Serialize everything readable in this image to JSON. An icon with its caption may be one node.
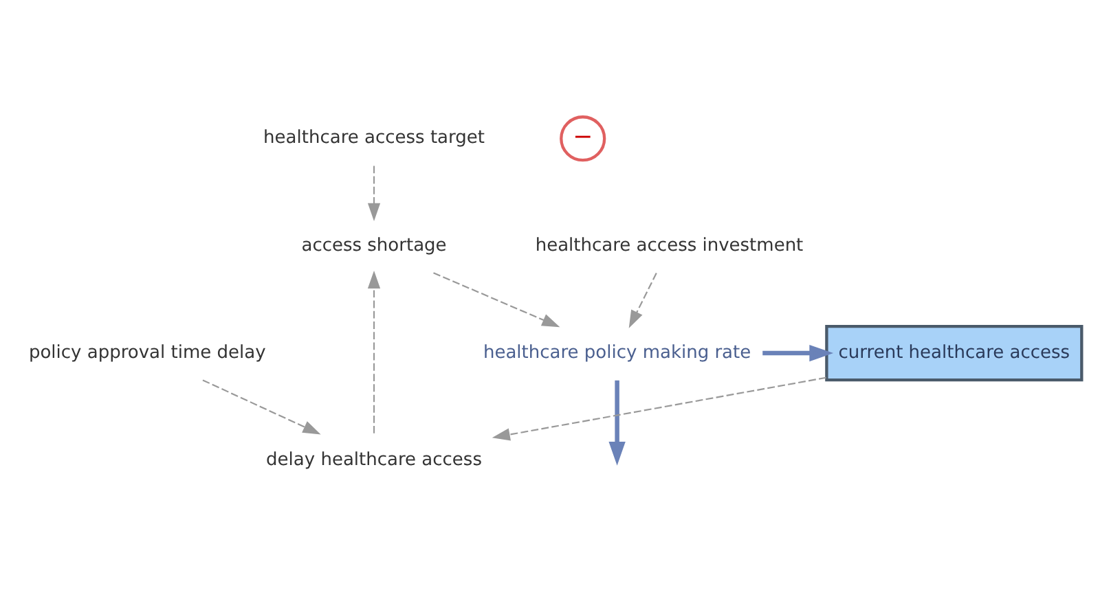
{
  "diagram": {
    "nodes": [
      {
        "text": [
          "healthcare access target"
        ]
      },
      {
        "text": [
          "policy approval time delay"
        ]
      },
      {
        "text": [
          "delay healthcare access"
        ]
      },
      {
        "text": [
          "access shortage"
        ]
      },
      {
        "text": [
          "healthcare policy making rate"
        ]
      },
      {
        "text": [
          "current healthcare access"
        ]
      },
      {
        "text": [
          "healthcare access investment"
        ]
      }
    ],
    "edges": [
      {
        "from": 0,
        "to": 3,
        "arrow": "to",
        "style": "dashed"
      },
      {
        "from": 1,
        "to": 2,
        "arrow": "to",
        "style": "dashed"
      },
      {
        "from": 2,
        "to": 3,
        "arrow": "to",
        "style": "dashed"
      },
      {
        "from": 3,
        "to": 4,
        "arrow": "to",
        "style": "dashed"
      },
      {
        "from": 4,
        "to": null,
        "arrow": "to",
        "style": "thick",
        "color": "#6a82b8"
      },
      {
        "from": 4,
        "to": 5,
        "arrow": "to",
        "style": "thick",
        "color": "#6a82b8"
      },
      {
        "from": 6,
        "to": 4,
        "arrow": "to",
        "style": "dashed"
      },
      {
        "from": 5,
        "to": 2,
        "arrow": "to",
        "style": "dashed"
      }
    ],
    "labels": [
      "−"
    ]
  }
}
